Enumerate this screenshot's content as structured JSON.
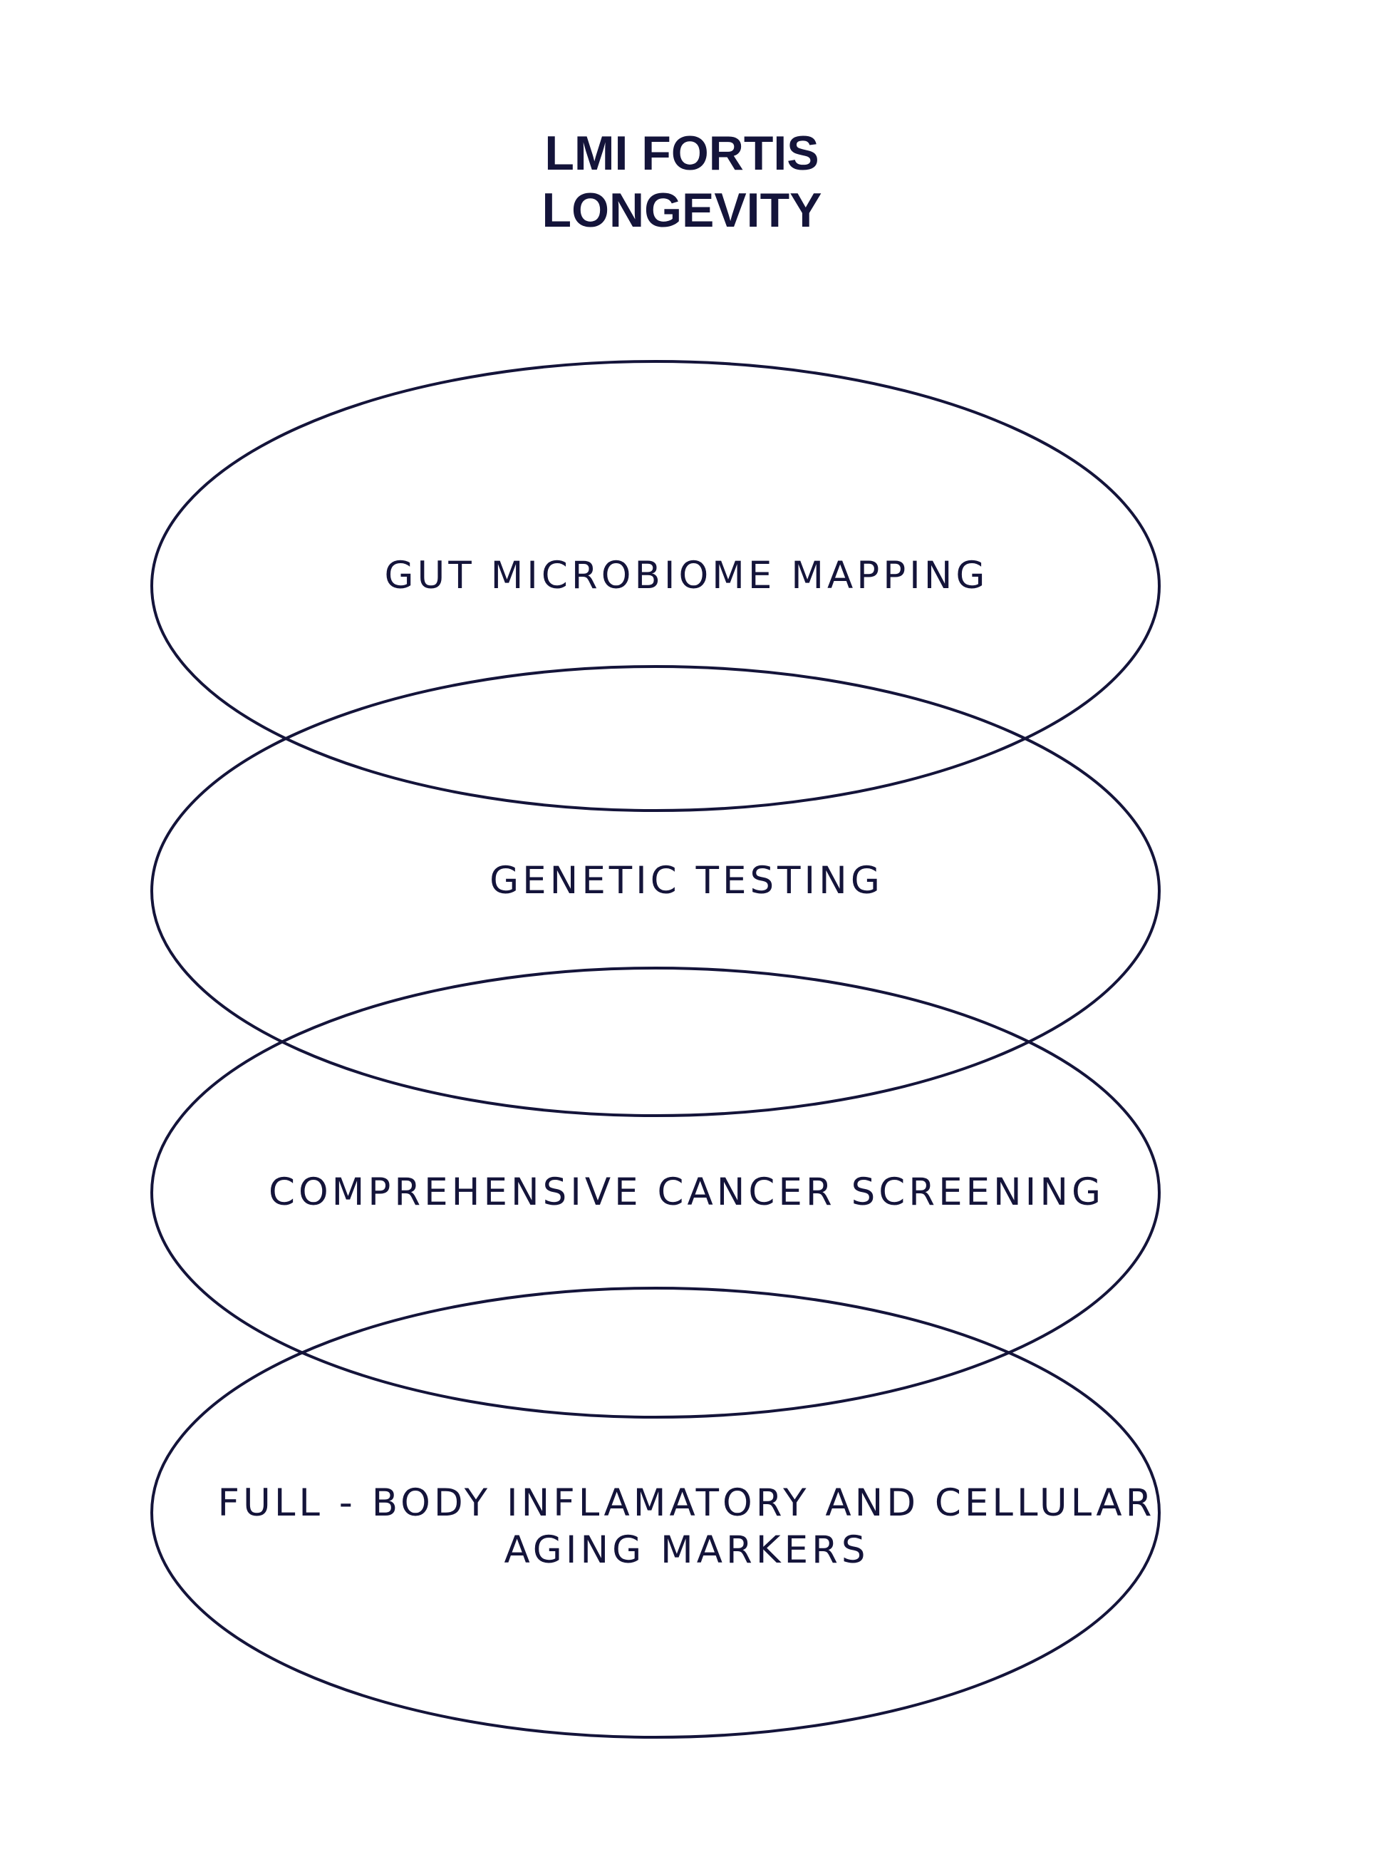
{
  "title": {
    "line1": "LMI FORTIS",
    "line2": "LONGEVITY"
  },
  "diagram": {
    "stroke_color": "#14143a",
    "items": [
      {
        "label_line1": "GUT MICROBIOME MAPPING",
        "label_line2": ""
      },
      {
        "label_line1": "GENETIC TESTING",
        "label_line2": ""
      },
      {
        "label_line1": "COMPREHENSIVE CANCER SCREENING",
        "label_line2": ""
      },
      {
        "label_line1": "FULL - BODY INFLAMATORY AND CELLULAR",
        "label_line2": "AGING MARKERS"
      }
    ]
  }
}
